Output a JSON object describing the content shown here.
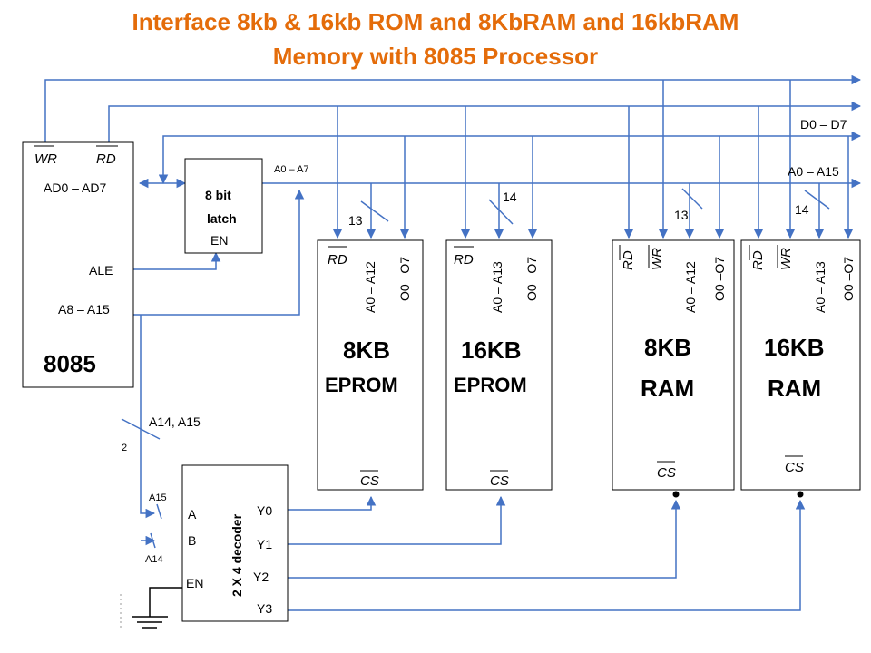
{
  "title": {
    "line1": "Interface 8kb & 16kb ROM and 8KbRAM and 16kbRAM",
    "line2": "Memory  with 8085 Processor"
  },
  "cpu": {
    "name": "8085",
    "wr": "WR",
    "rd": "RD",
    "ad": "AD0 – AD7",
    "ale": "ALE",
    "a8_a15": "A8 – A15"
  },
  "latch": {
    "line1": "8 bit",
    "line2": "latch",
    "en": "EN"
  },
  "buses": {
    "a0_a7": "A0 – A7",
    "d0_d7": "D0 – D7",
    "a0_a15": "A0 – A15",
    "w8_eprom": "13",
    "w16_eprom": "14",
    "w8_ram": "13",
    "w16_ram": "14",
    "a14_a15": "A14, A15",
    "two": "2",
    "a15": "A15",
    "a14": "A14"
  },
  "eprom8": {
    "size": "8KB",
    "type": "EPROM",
    "rd": "RD",
    "addr": "A0 – A12",
    "data": "O0 –O7",
    "cs": "CS"
  },
  "eprom16": {
    "size": "16KB",
    "type": "EPROM",
    "rd": "RD",
    "addr": "A0 – A13",
    "data": "O0 –O7",
    "cs": "CS"
  },
  "ram8": {
    "size": "8KB",
    "type": "RAM",
    "rd": "RD",
    "wr": "WR",
    "addr": "A0 – A12",
    "data": "O0 –O7",
    "cs": "CS"
  },
  "ram16": {
    "size": "16KB",
    "type": "RAM",
    "rd": "RD",
    "wr": "WR",
    "addr": "A0 – A13",
    "data": "O0 –O7",
    "cs": "CS"
  },
  "decoder": {
    "name": "2 X 4 decoder",
    "in_a": "A",
    "in_b": "B",
    "en": "EN",
    "y0": "Y0",
    "y1": "Y1",
    "y2": "Y2",
    "y3": "Y3"
  }
}
